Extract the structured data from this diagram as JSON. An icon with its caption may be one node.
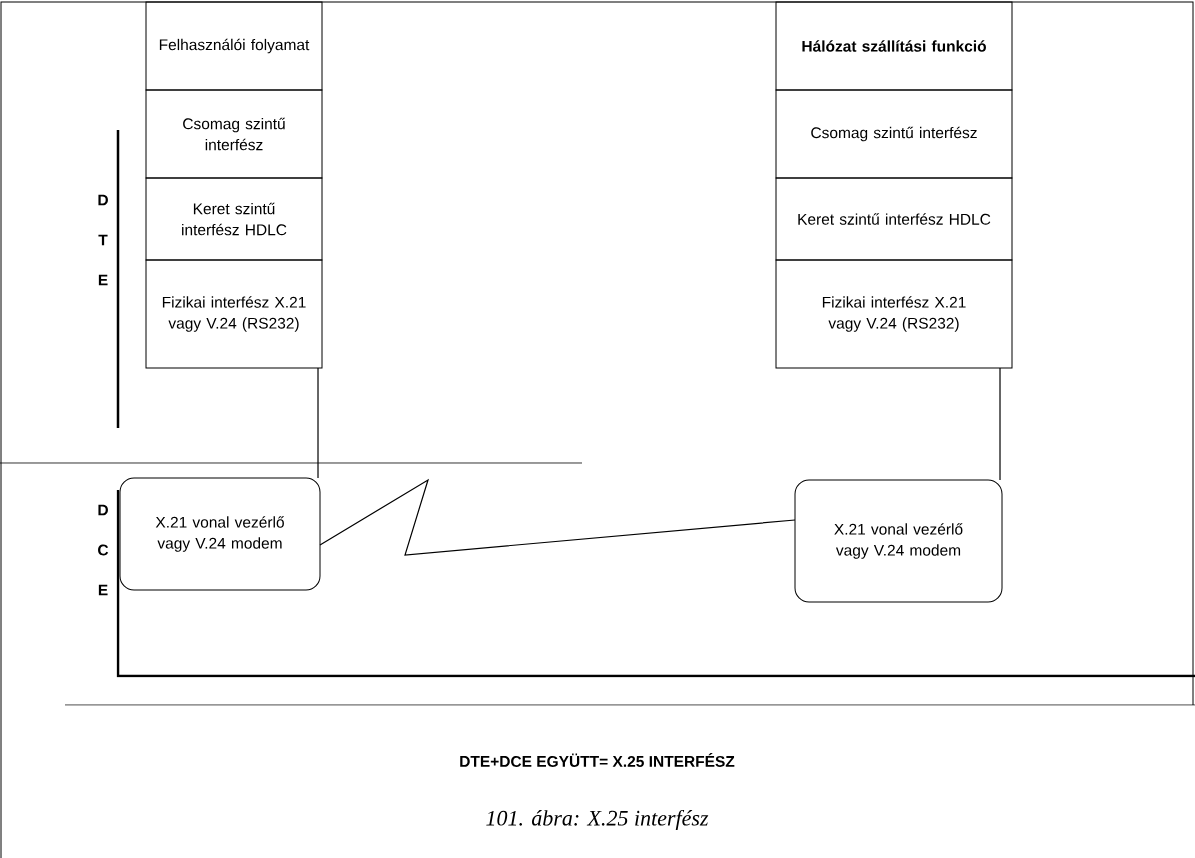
{
  "diagram": {
    "caption": "101. ábra: X.25 interfész",
    "nodes": [
      {
        "text": [
          "Felhasználói folyamat"
        ]
      },
      {
        "text": [
          "Csomag szintű interfész"
        ]
      },
      {
        "text": [
          "Keret szintű interfész HDLC"
        ]
      },
      {
        "text": [
          "Fizikai interfész X.21 vagy V.24 (RS232)"
        ]
      },
      {
        "text": [
          "Hálózat szállítási funkció"
        ]
      },
      {
        "text": [
          "Csomag szintű interfész"
        ]
      },
      {
        "text": [
          "Keret szintű interfész HDLC"
        ]
      },
      {
        "text": [
          "Fizikai interfész X.21 vagy V.24 (RS232)"
        ]
      },
      {
        "text": [
          "X.21 vonal vezérlő vagy V.24 modem"
        ]
      },
      {
        "text": [
          "X.21 vonal vezérlő vagy V.24 modem"
        ]
      }
    ],
    "edges": [
      {
        "from": 3,
        "to": 8,
        "arrow": "none"
      },
      {
        "from": 7,
        "to": 9,
        "arrow": "none"
      },
      {
        "from": 8,
        "to": 9,
        "arrow": "none"
      }
    ],
    "labels": [
      "D",
      "T",
      "E",
      "D",
      "C",
      "E",
      "DTE+DCE EGYÜTT= X.25 INTERFÉSZ"
    ]
  }
}
